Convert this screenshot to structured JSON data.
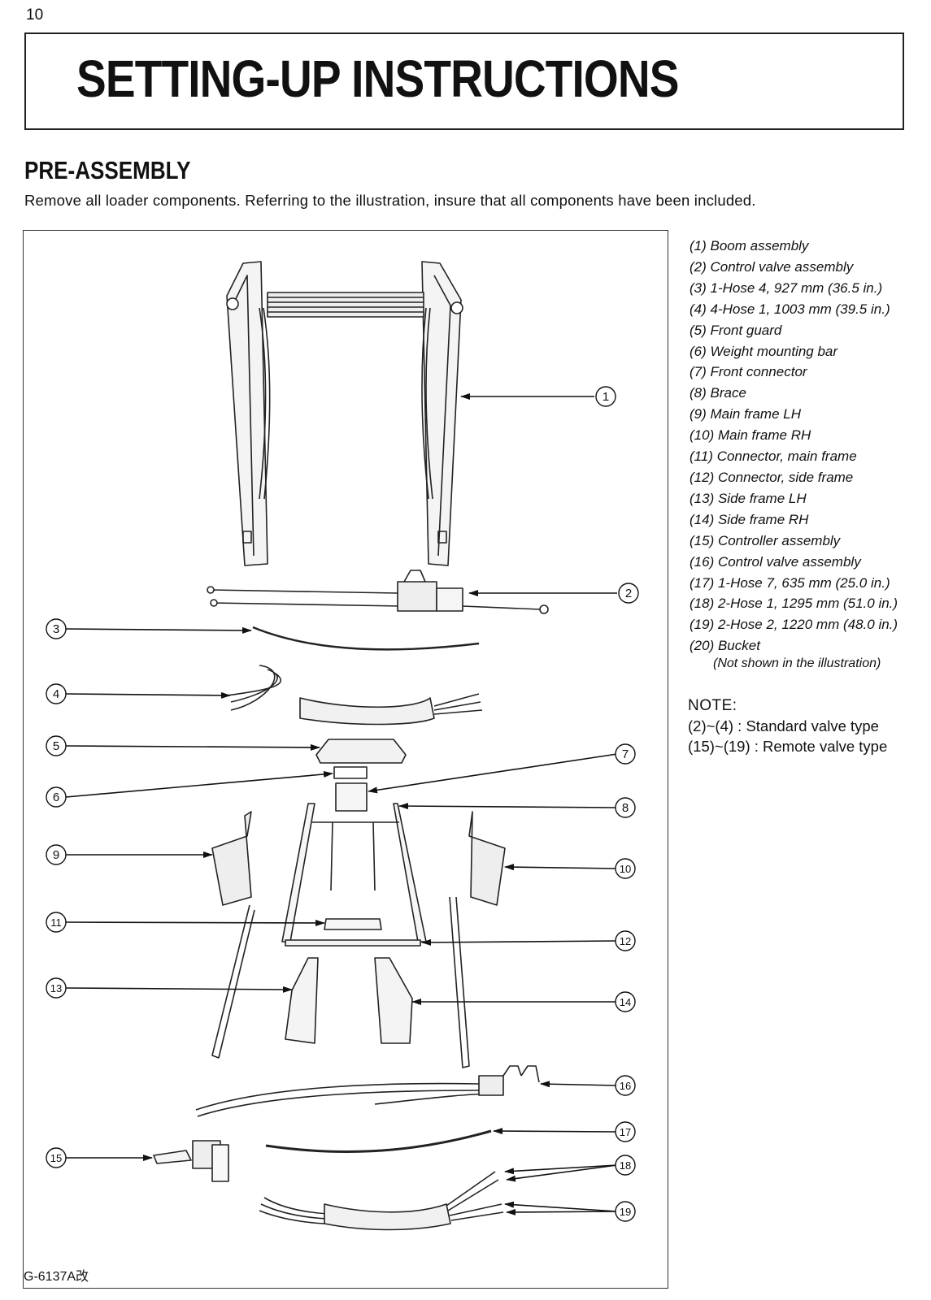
{
  "page_number": "10",
  "title": "SETTING-UP INSTRUCTIONS",
  "section": {
    "heading": "PRE-ASSEMBLY",
    "intro": "Remove all loader components.  Referring to the illustration, insure that all components have been included."
  },
  "figure": {
    "code": "G-6137A改",
    "callouts": [
      "1",
      "2",
      "3",
      "4",
      "5",
      "6",
      "7",
      "8",
      "9",
      "10",
      "11",
      "12",
      "13",
      "14",
      "15",
      "16",
      "17",
      "18",
      "19"
    ]
  },
  "parts": [
    "(1) Boom assembly",
    "(2) Control valve assembly",
    "(3) 1-Hose 4, 927 mm (36.5 in.)",
    "(4) 4-Hose 1, 1003 mm (39.5 in.)",
    "(5) Front guard",
    "(6) Weight mounting bar",
    "(7) Front connector",
    "(8) Brace",
    "(9) Main frame LH",
    "(10) Main frame RH",
    "(11) Connector, main frame",
    "(12) Connector, side frame",
    "(13) Side frame LH",
    "(14) Side frame RH",
    "(15) Controller assembly",
    "(16) Control valve assembly",
    "(17) 1-Hose 7, 635 mm (25.0 in.)",
    "(18) 2-Hose 1, 1295 mm (51.0 in.)",
    "(19) 2-Hose 2, 1220 mm (48.0 in.)",
    "(20) Bucket"
  ],
  "parts_note": "(Not shown in the illustration)",
  "note": {
    "title": "NOTE:",
    "lines": [
      "(2)~(4) : Standard valve type",
      "(15)~(19) : Remote valve type"
    ]
  }
}
